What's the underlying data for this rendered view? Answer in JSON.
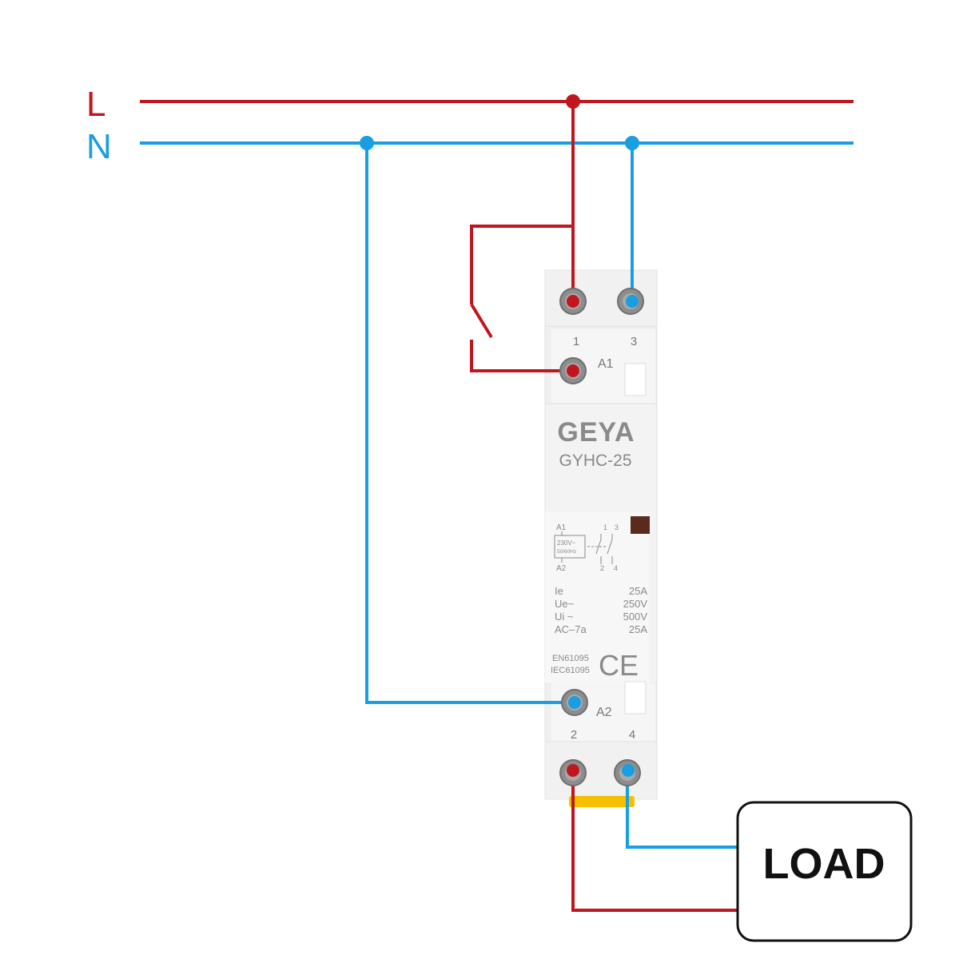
{
  "colors": {
    "line": "#c0161f",
    "neutral": "#1a9ee2",
    "housing": "#f1f1f1",
    "housing_edge": "#dcdcdc",
    "text_grey": "#8a8a8a",
    "terminal": "#8d8d8d",
    "latch": "#f5c000",
    "load_border": "#111111"
  },
  "bus": {
    "line_label": "L",
    "neutral_label": "N"
  },
  "device": {
    "brand": "GEYA",
    "model": "GYHC-25",
    "terminals": {
      "t1": "1",
      "t3": "3",
      "a1": "A1",
      "a2": "A2",
      "t2": "2",
      "t4": "4"
    },
    "schematic": {
      "a1": "A1",
      "a2": "A2",
      "coil_voltage": "230V~",
      "coil_freq": "50/60Hz",
      "c1": "1",
      "c3": "3",
      "c2": "2",
      "c4": "4"
    },
    "ratings": [
      {
        "label": "Ie",
        "value": "25A"
      },
      {
        "label": "Ue~",
        "value": "250V"
      },
      {
        "label": "Ui ~",
        "value": "500V"
      },
      {
        "label": "AC–7a",
        "value": "25A"
      }
    ],
    "standards": [
      "EN61095",
      "IEC61095"
    ],
    "mark": "CE"
  },
  "load": {
    "label": "LOAD"
  }
}
